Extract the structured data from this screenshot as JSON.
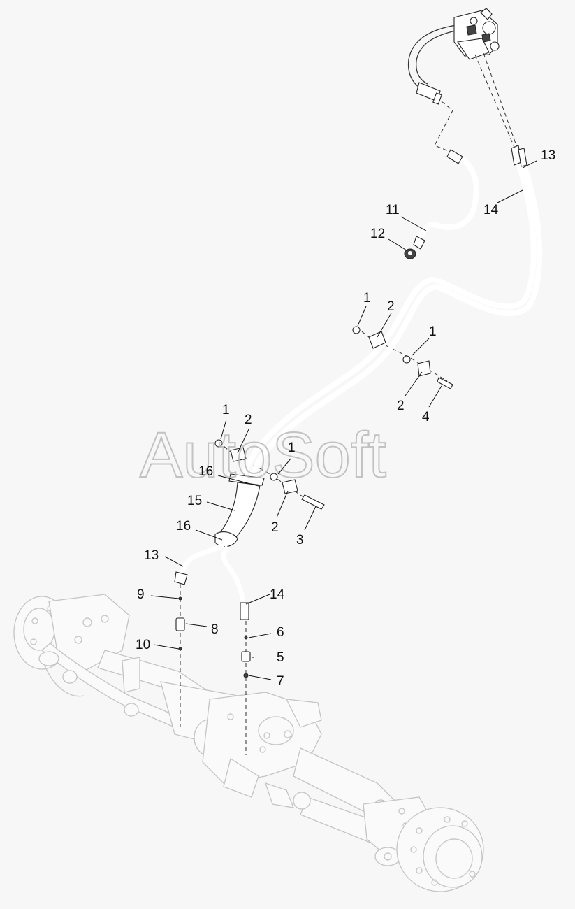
{
  "watermark": "AutoSoft",
  "callouts": [
    {
      "id": "c13a",
      "text": "13"
    },
    {
      "id": "c14a",
      "text": "14"
    },
    {
      "id": "c11",
      "text": "11"
    },
    {
      "id": "c12",
      "text": "12"
    },
    {
      "id": "c1a",
      "text": "1"
    },
    {
      "id": "c2a",
      "text": "2"
    },
    {
      "id": "c1b",
      "text": "1"
    },
    {
      "id": "c2b",
      "text": "2"
    },
    {
      "id": "c4",
      "text": "4"
    },
    {
      "id": "c1c",
      "text": "1"
    },
    {
      "id": "c2c",
      "text": "2"
    },
    {
      "id": "c1d",
      "text": "1"
    },
    {
      "id": "c16a",
      "text": "16"
    },
    {
      "id": "c15",
      "text": "15"
    },
    {
      "id": "c2d",
      "text": "2"
    },
    {
      "id": "c3",
      "text": "3"
    },
    {
      "id": "c16b",
      "text": "16"
    },
    {
      "id": "c13b",
      "text": "13"
    },
    {
      "id": "c9",
      "text": "9"
    },
    {
      "id": "c14b",
      "text": "14"
    },
    {
      "id": "c8",
      "text": "8"
    },
    {
      "id": "c6",
      "text": "6"
    },
    {
      "id": "c10",
      "text": "10"
    },
    {
      "id": "c5",
      "text": "5"
    },
    {
      "id": "c7",
      "text": "7"
    }
  ]
}
